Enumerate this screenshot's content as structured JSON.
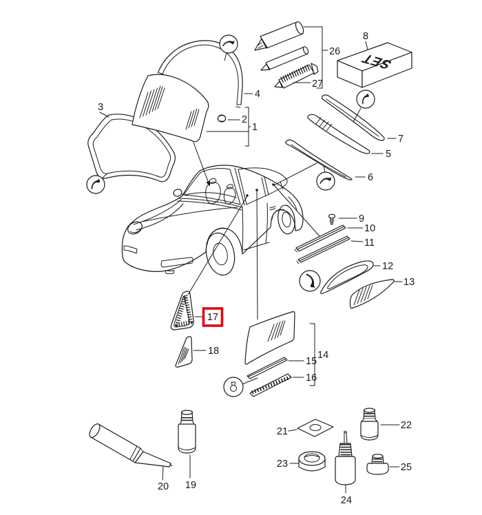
{
  "palette": {
    "background": "#ffffff",
    "ink": "#1a1a1a",
    "highlight_red": "#e30613"
  },
  "set_box": {
    "label": "SET"
  },
  "highlight": {
    "part_number": "17",
    "color": "#e30613"
  },
  "parts": {
    "1": "1",
    "2": "2",
    "3": "3",
    "4": "4",
    "5": "5",
    "6": "6",
    "7": "7",
    "8": "8",
    "9": "9",
    "10": "10",
    "11": "11",
    "12": "12",
    "13": "13",
    "14": "14",
    "15": "15",
    "16": "16",
    "17": "17",
    "18": "18",
    "19": "19",
    "20": "20",
    "21": "21",
    "22": "22",
    "23": "23",
    "24": "24",
    "25": "25",
    "26": "26",
    "27": "27"
  },
  "icons": {
    "sealant_symbol": "black curved swoosh inside circle",
    "primer_symbol": "bulb outline inside circle"
  }
}
